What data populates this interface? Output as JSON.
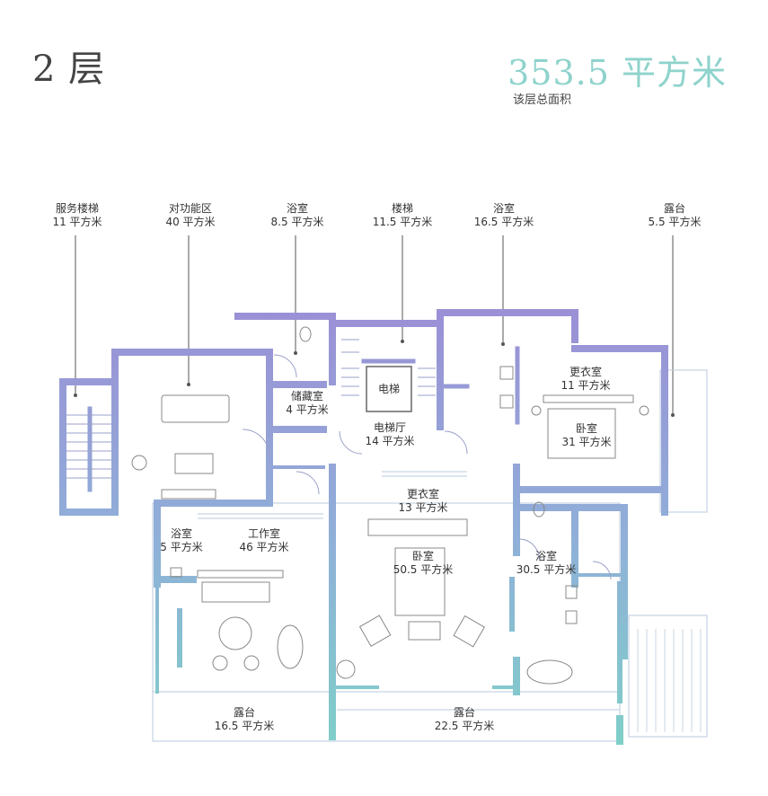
{
  "header": {
    "floor": "2 层",
    "total_area": "353.5 平方米",
    "total_area_caption": "该层总面积"
  },
  "callouts": [
    {
      "name": "服务楼梯",
      "area": "11 平方米"
    },
    {
      "name": "对功能区",
      "area": "40 平方米"
    },
    {
      "name": "浴室",
      "area": "8.5 平方米"
    },
    {
      "name": "楼梯",
      "area": "11.5 平方米"
    },
    {
      "name": "浴室",
      "area": "16.5 平方米"
    },
    {
      "name": "露台",
      "area": "5.5 平方米"
    }
  ],
  "rooms": [
    {
      "name": "储藏室",
      "area": "4 平方米"
    },
    {
      "name": "电梯",
      "area": ""
    },
    {
      "name": "电梯厅",
      "area": "14 平方米"
    },
    {
      "name": "更衣室",
      "area": "11 平方米"
    },
    {
      "name": "卧室",
      "area": "31 平方米"
    },
    {
      "name": "更衣室",
      "area": "13 平方米"
    },
    {
      "name": "卧室",
      "area": "50.5 平方米"
    },
    {
      "name": "浴室",
      "area": "5 平方米"
    },
    {
      "name": "工作室",
      "area": "46 平方米"
    },
    {
      "name": "浴室",
      "area": "30.5 平方米"
    },
    {
      "name": "露台",
      "area": "16.5 平方米"
    },
    {
      "name": "露台",
      "area": "22.5 平方米"
    }
  ],
  "colors": {
    "wall_top": "#9b8fd6",
    "wall_bottom": "#7fcfc8",
    "title_accent": "#8ed3cc",
    "thin_line": "#bcbcd6"
  }
}
